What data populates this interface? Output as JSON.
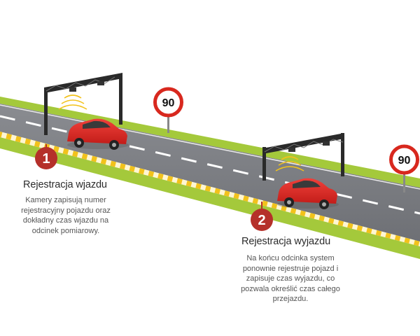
{
  "steps": [
    {
      "number": "1",
      "title": "Rejestracja wjazdu",
      "description": "Kamery zapisują numer\nrejestracyjny pojazdu oraz\ndokładny czas wjazdu na\nodcinek pomiarowy."
    },
    {
      "number": "2",
      "title": "Rejestracja wyjazdu",
      "description": "Na końcu odcinka system\nponownie rejestruje pojazd i\nzapisuje czas wyjazdu, co\npozwala określić czas całego\nprzejazdu."
    }
  ],
  "speed_signs": [
    {
      "value": "90"
    },
    {
      "value": "90"
    }
  ],
  "colors": {
    "marker": "#b5302a",
    "car": "#e02a25",
    "grass": "#a4c93b",
    "road": "#7b7d82",
    "curb_yellow": "#f2c21b",
    "sign_ring": "#d8281e"
  }
}
